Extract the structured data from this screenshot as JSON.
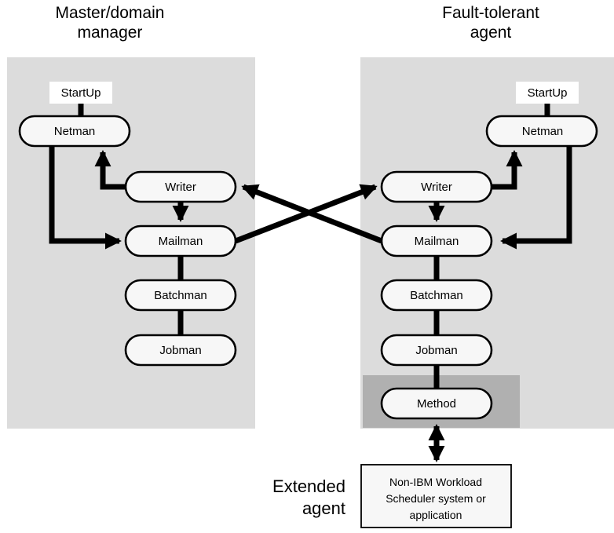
{
  "diagram": {
    "title_master_line1": "Master/domain",
    "title_master_line2": "manager",
    "title_ft_line1": "Fault-tolerant",
    "title_ft_line2": "agent",
    "title_extended_line1": "Extended",
    "title_extended_line2": "agent",
    "colors": {
      "panel_background": "#dcdcdc",
      "extended_band": "#b0b0b0",
      "node_fill": "#f7f7f7",
      "startup_fill": "#ffffff",
      "stroke": "#000000",
      "page_background": "#ffffff"
    },
    "master_panel": {
      "startup": "StartUp",
      "nodes": [
        {
          "id": "netman",
          "label": "Netman"
        },
        {
          "id": "writer",
          "label": "Writer"
        },
        {
          "id": "mailman",
          "label": "Mailman"
        },
        {
          "id": "batchman",
          "label": "Batchman"
        },
        {
          "id": "jobman",
          "label": "Jobman"
        }
      ]
    },
    "ft_panel": {
      "startup": "StartUp",
      "nodes": [
        {
          "id": "netman",
          "label": "Netman"
        },
        {
          "id": "writer",
          "label": "Writer"
        },
        {
          "id": "mailman",
          "label": "Mailman"
        },
        {
          "id": "batchman",
          "label": "Batchman"
        },
        {
          "id": "jobman",
          "label": "Jobman"
        },
        {
          "id": "method",
          "label": "Method"
        }
      ]
    },
    "external_box": {
      "line1": "Non-IBM Workload",
      "line2": "Scheduler system or",
      "line3": "application"
    },
    "connections": [
      {
        "from": "master.startup",
        "to": "master.netman",
        "arrow": "none"
      },
      {
        "from": "master.writer",
        "to": "master.netman",
        "arrow": "end"
      },
      {
        "from": "master.netman",
        "to": "master.mailman",
        "arrow": "end"
      },
      {
        "from": "master.writer",
        "to": "master.mailman",
        "arrow": "end"
      },
      {
        "from": "master.mailman",
        "to": "master.batchman",
        "arrow": "none"
      },
      {
        "from": "master.batchman",
        "to": "master.jobman",
        "arrow": "none"
      },
      {
        "from": "master.mailman",
        "to": "ft.writer",
        "arrow": "end"
      },
      {
        "from": "ft.mailman",
        "to": "master.writer",
        "arrow": "end"
      },
      {
        "from": "ft.startup",
        "to": "ft.netman",
        "arrow": "none"
      },
      {
        "from": "ft.writer",
        "to": "ft.netman",
        "arrow": "end"
      },
      {
        "from": "ft.netman",
        "to": "ft.mailman",
        "arrow": "end"
      },
      {
        "from": "ft.writer",
        "to": "ft.mailman",
        "arrow": "end"
      },
      {
        "from": "ft.mailman",
        "to": "ft.batchman",
        "arrow": "none"
      },
      {
        "from": "ft.batchman",
        "to": "ft.jobman",
        "arrow": "none"
      },
      {
        "from": "ft.jobman",
        "to": "ft.method",
        "arrow": "none"
      },
      {
        "from": "ft.method",
        "to": "external_box",
        "arrow": "both"
      }
    ]
  }
}
